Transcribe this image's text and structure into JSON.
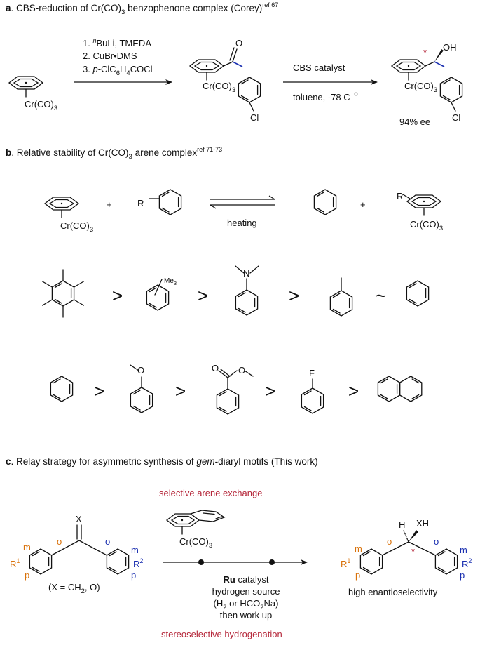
{
  "panel_a": {
    "letter": "a",
    "title": ". CBS-reduction of Cr(CO)",
    "title_sub": "3",
    "title_rest": " benzophenone complex (Corey)",
    "title_ref": "ref 67",
    "start_cr": "Cr(CO)",
    "start_cr_sub": "3",
    "step1_num": "1. ",
    "step1_sup": "n",
    "step1_text": "BuLi, TMEDA",
    "step2": "2. CuBr•DMS",
    "step3_num": "3. ",
    "step3_italic": "p",
    "step3_text": "-ClC",
    "step3_sub1": "6",
    "step3_mid": "H",
    "step3_sub2": "4",
    "step3_end": "COCl",
    "ketone_o": "O",
    "ketone_cr": "Cr(CO)",
    "ketone_cr_sub": "3",
    "ketone_cl": "Cl",
    "cbs_top": "CBS catalyst",
    "cbs_bottom": "toluene, -78   C",
    "prod_oh": "OH",
    "prod_star": "*",
    "prod_cr": "Cr(CO)",
    "prod_cr_sub": "3",
    "prod_cl": "Cl",
    "ee": "94% ee"
  },
  "panel_b": {
    "letter": "b",
    "title": ". Relative stability of Cr(CO)",
    "title_sub": "3",
    "title_rest": " arene complex",
    "title_ref": "ref 71-73",
    "cr1": "Cr(CO)",
    "cr1_sub": "3",
    "plus": "+",
    "r_label": "R",
    "heating": "heating",
    "cr2": "Cr(CO)",
    "cr2_sub": "3",
    "me3": "Me",
    "me3_sub": "3",
    "n_label": "N",
    "f_label": "F",
    "o_label": "O",
    "gt": ">",
    "approx": "~"
  },
  "panel_c": {
    "letter": "c",
    "title": ". Relay strategy for asymmetric synthesis of ",
    "title_italic": "gem",
    "title_rest": "-diaryl motifs (This work)",
    "selective": "selective arene exchange",
    "stereo": "stereoselective hydrogenation",
    "x_label": "X",
    "o_pos": "o",
    "m_pos": "m",
    "p_pos": "p",
    "r1": "R",
    "r1_sup": "1",
    "r2": "R",
    "r2_sup": "2",
    "x_note": "(X = CH",
    "x_note_sub": "2",
    "x_note_end": ", O)",
    "cr": "Cr(CO)",
    "cr_sub": "3",
    "ru_bold": "Ru",
    "ru_rest": " catalyst",
    "h_source": "hydrogen source",
    "h2_open": "(H",
    "h2_sub": "2",
    "h2_mid": " or HCO",
    "h2_sub2": "2",
    "h2_end": "Na)",
    "workup": "then work up",
    "h_label": "H",
    "xh_label": "XH",
    "star": "*",
    "high_ee": "high enantioselectivity"
  },
  "colors": {
    "red": "#b5273a",
    "orange": "#d9720b",
    "blue": "#1a2fb0"
  }
}
